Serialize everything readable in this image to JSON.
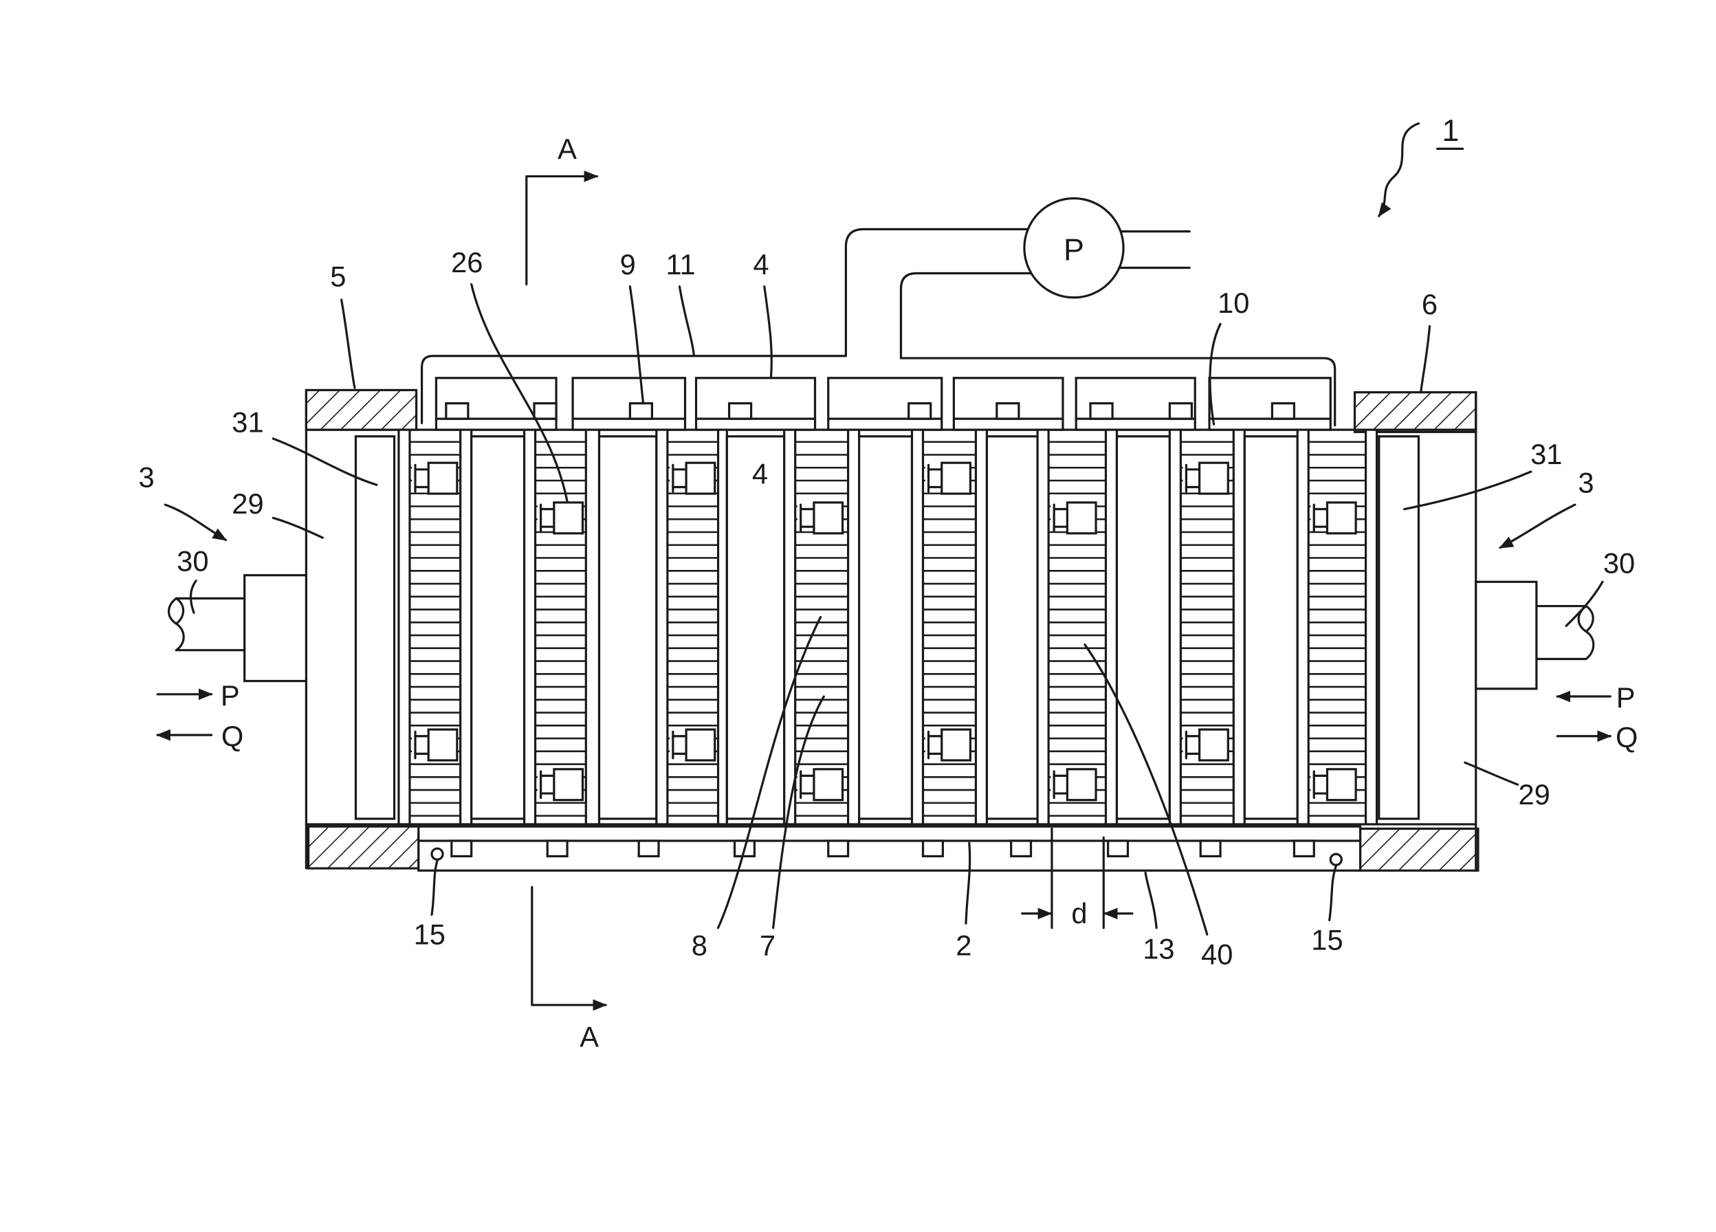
{
  "figure": {
    "ref_numeral": "1",
    "section_top": "A",
    "section_bottom": "A",
    "pump": "P",
    "labels": {
      "l26": "26",
      "l9": "9",
      "l11": "11",
      "l4_top": "4",
      "l4_strip": "4",
      "l10": "10",
      "l5": "5",
      "l6": "6",
      "l31_left": "31",
      "l31_right": "31",
      "l3_left": "3",
      "l3_right": "3",
      "l29_left": "29",
      "l29_right": "29",
      "l30_left": "30",
      "l30_right": "30",
      "l15_left": "15",
      "l15_right": "15",
      "l8": "8",
      "l7": "7",
      "l2": "2",
      "l13": "13",
      "l40": "40"
    },
    "flow": {
      "left_in": "P",
      "left_out": "Q",
      "right_in": "P",
      "right_out": "Q"
    },
    "dimension": "d"
  }
}
